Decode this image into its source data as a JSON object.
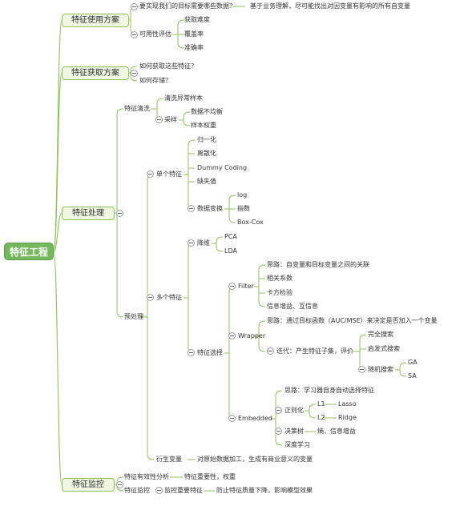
{
  "root": "特征工程",
  "branches": {
    "usage": {
      "label": "特征使用方案",
      "q1": "要实现我们的目标需要哪些数据？",
      "q1_note": "基于业务理解，尽可能找出对因变量有影响的所有自变量",
      "availability": "可用性评估",
      "availability_items": [
        "获取难度",
        "覆盖率",
        "准确率"
      ]
    },
    "acquisition": {
      "label": "特征获取方案",
      "items": [
        "如何获取这些特征？",
        "如何存储？"
      ]
    },
    "processing": {
      "label": "特征处理",
      "cleaning": {
        "label": "特征清洗",
        "outliers": "清洗异常样本",
        "sampling": "采样",
        "sampling_items": [
          "数据不均衡",
          "样本权重"
        ]
      },
      "preprocessing": {
        "label": "预处理",
        "single": {
          "label": "单个特征",
          "items": [
            "归一化",
            "离散化",
            "Dummy Coding",
            "缺失值"
          ],
          "transform": "数据变换",
          "transform_items": [
            "log",
            "指数",
            "Box-Cox"
          ]
        },
        "multi": {
          "label": "多个特征",
          "reduction": "降维",
          "reduction_items": [
            "PCA",
            "LDA"
          ],
          "selection": "特征选择",
          "filter": {
            "label": "Filter",
            "items": [
              "思路：自变量和目标变量之间的关联",
              "相关系数",
              "卡方检验",
              "信息增益、互信息"
            ]
          },
          "wrapper": {
            "label": "Wrapper",
            "idea": "思路：通过目标函数（AUC/MSE）来决定是否加入一个变量",
            "iteration": "迭代：产生特征子集，评价",
            "iteration_items": [
              "完全搜索",
              "启发式搜索"
            ],
            "random": "随机搜索",
            "random_items": [
              "GA",
              "SA"
            ]
          },
          "embedded": {
            "label": "Embedded",
            "idea": "思路：学习器自身自动选择特征",
            "regularization": "正则化",
            "l1": "L1",
            "lasso": "Lasso",
            "l2": "L2",
            "ridge": "Ridge",
            "tree": "决策树",
            "tree_note": "熵、信息增益",
            "deep": "深度学习"
          }
        },
        "derived": "衍生变量",
        "derived_note": "对原始数据加工，生成有商业意义的变量"
      }
    },
    "monitoring": {
      "label": "特征监控",
      "validity": "特征有效性分析",
      "validity_note": "特征重要性，权重",
      "monitor": "特征监控",
      "monitor_item": "监控重要特征",
      "monitor_note": "防止特征质量下降，影响模型效果"
    }
  },
  "colors": {
    "line": "#8fc25a",
    "node_fill": "#eef7e2",
    "root_fill": "#74b95d"
  }
}
